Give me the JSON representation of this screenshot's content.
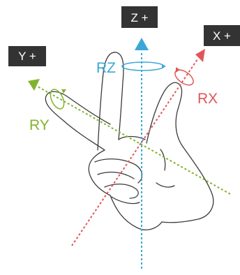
{
  "axes": {
    "z": {
      "label": "Z +",
      "rotation_label": "RZ",
      "color": "#3aa8d6"
    },
    "x": {
      "label": "X +",
      "rotation_label": "RX",
      "color": "#e05658"
    },
    "y": {
      "label": "Y +",
      "rotation_label": "RY",
      "color": "#82b32f"
    }
  },
  "colors": {
    "hand_outline": "#3a3a3a",
    "label_box": "#333333",
    "label_text": "#ffffff"
  }
}
